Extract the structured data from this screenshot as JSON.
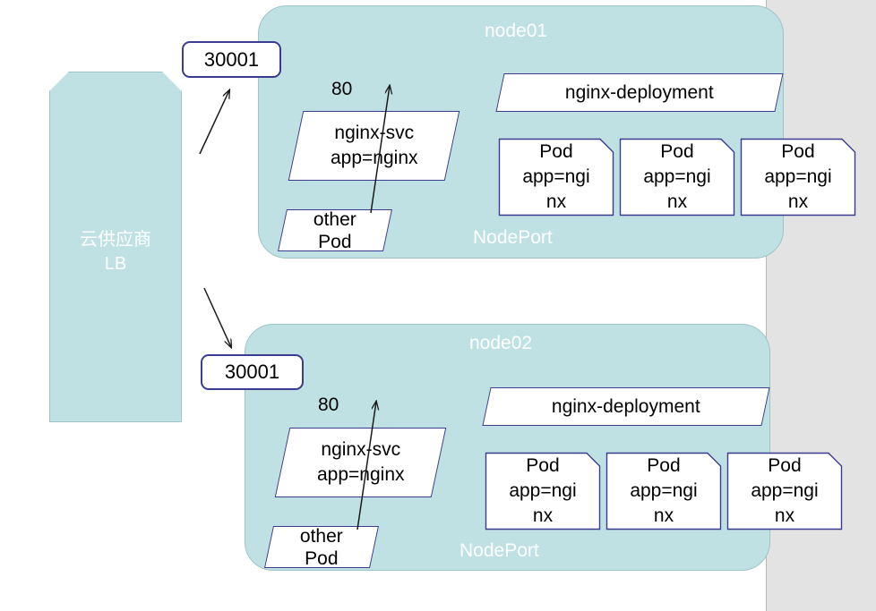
{
  "diagram": {
    "title": "Kubernetes NodePort service topology",
    "colors": {
      "node_fill": "#bfe1e3",
      "node_stroke": "#9ec4c6",
      "shape_stroke": "#3b3b8f",
      "shape_fill": "#ffffff",
      "panel_grey": "#e3e3e3",
      "label_white": "#ffffff",
      "text_black": "#000000"
    }
  },
  "load_balancer": {
    "label": "云供应商\nLB",
    "icon": "cloud-lb-shape"
  },
  "port_badges": [
    {
      "label": "30001"
    },
    {
      "label": "30001"
    }
  ],
  "nodes": [
    {
      "title": "node01",
      "nodeport_label": "NodePort",
      "service_port": "80",
      "service": {
        "label": "nginx-svc\napp=nginx"
      },
      "other_pod": {
        "label": "other\nPod"
      },
      "deployment": {
        "label": "nginx-deployment"
      },
      "pods": [
        {
          "label": "Pod\napp=ngi\nnx"
        },
        {
          "label": "Pod\napp=ngi\nnx"
        },
        {
          "label": "Pod\napp=ngi\nnx"
        }
      ]
    },
    {
      "title": "node02",
      "nodeport_label": "NodePort",
      "service_port": "80",
      "service": {
        "label": "nginx-svc\napp=nginx"
      },
      "other_pod": {
        "label": "other\nPod"
      },
      "deployment": {
        "label": "nginx-deployment"
      },
      "pods": [
        {
          "label": "Pod\napp=ngi\nnx"
        },
        {
          "label": "Pod\napp=ngi\nnx"
        },
        {
          "label": "Pod\napp=ngi\nnx"
        }
      ]
    }
  ],
  "connectors": [
    {
      "name": "lb-to-node01-arrow",
      "direction": "up-right"
    },
    {
      "name": "lb-to-node02-arrow",
      "direction": "down-right"
    },
    {
      "name": "node01-svc-port-arrow",
      "direction": "up"
    },
    {
      "name": "node02-svc-port-arrow",
      "direction": "up"
    }
  ]
}
